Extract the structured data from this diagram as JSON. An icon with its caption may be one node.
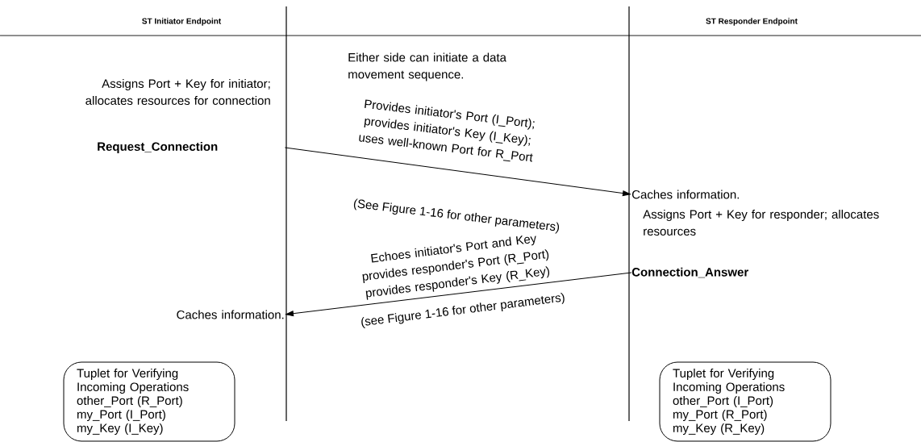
{
  "diagram": {
    "nodes": [
      {
        "text": [
          "**Request_Connection**"
        ]
      },
      {
        "text": [
          "Caches information."
        ]
      },
      {
        "text": [
          "**Connection_Answer**"
        ]
      },
      {
        "text": [
          "Caches information."
        ]
      },
      {
        "text": [
          "Tuplet for Verifying Incoming Operations",
          "other_Port (R_Port)",
          "my_Port (I_Port)",
          "my_Key (I_Key)"
        ]
      },
      {
        "text": [
          "Tuplet for Verifying Incoming Operations",
          "other_Port (I_Port)",
          "my_Port (R_Port)",
          "my_Key (R_Key)"
        ]
      }
    ],
    "edges": [
      {
        "from": 0,
        "to": 1,
        "arrow": "to",
        "label": "Provides initiator's Port (I_Port); provides initiator's Key (I_Key); uses well-known Port for R_Port"
      },
      {
        "from": 2,
        "to": 3,
        "arrow": "to",
        "label": "Echoes initiator's Port and Key provides responder's Port (R_Port) provides responder's Key (R_Key)"
      }
    ],
    "labels": [
      "ST Initiator Endpoint",
      "ST Responder Endpoint",
      "Either side can initiate a data movement sequence.",
      "Assigns Port + Key for initiator; allocates resources for connection",
      "(See Figure 1-16 for other parameters)",
      "Assigns Port + Key for responder; allocates resources",
      "(see Figure 1-16 for other parameters)"
    ]
  }
}
